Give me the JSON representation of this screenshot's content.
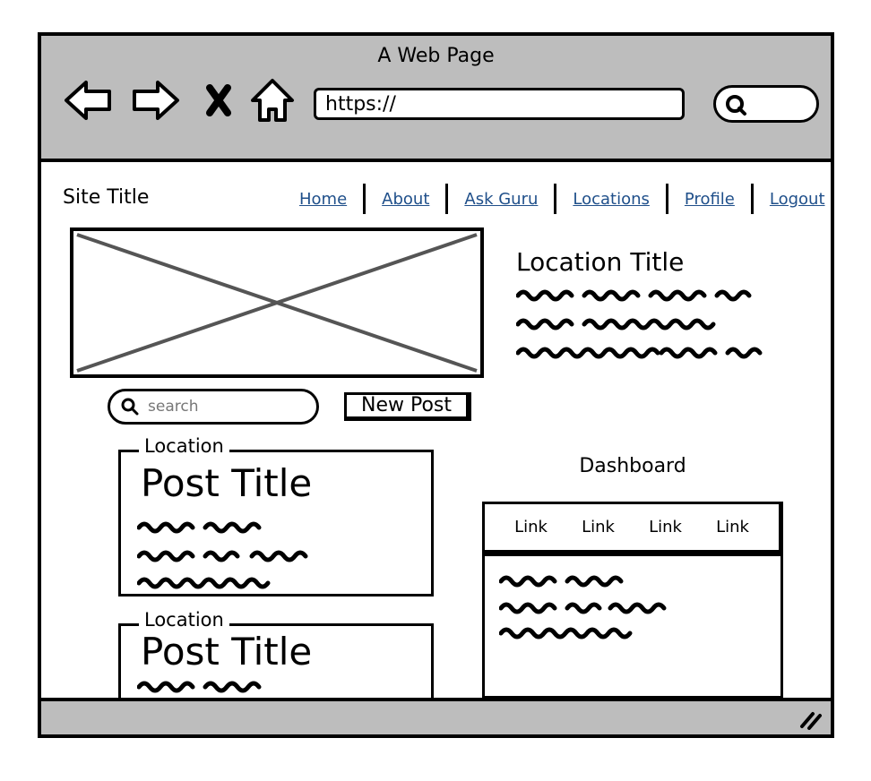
{
  "browser": {
    "title": "A Web Page",
    "url": "https://",
    "icons": [
      "back-arrow-icon",
      "forward-arrow-icon",
      "close-x-icon",
      "home-icon",
      "search-icon"
    ]
  },
  "site": {
    "title": "Site Title",
    "nav": [
      "Home",
      "About",
      "Ask Guru",
      "Locations",
      "Profile",
      "Logout"
    ]
  },
  "location": {
    "title": "Location Title"
  },
  "search": {
    "placeholder": "search"
  },
  "toolbar": {
    "new_post_label": "New Post"
  },
  "posts": [
    {
      "location": "Location",
      "title": "Post Title"
    },
    {
      "location": "Location",
      "title": "Post Title"
    }
  ],
  "dashboard": {
    "title": "Dashboard",
    "links": [
      "Link",
      "Link",
      "Link",
      "Link"
    ]
  },
  "colors": {
    "chrome": "#bdbdbd",
    "link": "#1f4f8a",
    "placeholder_x": "#555555"
  }
}
